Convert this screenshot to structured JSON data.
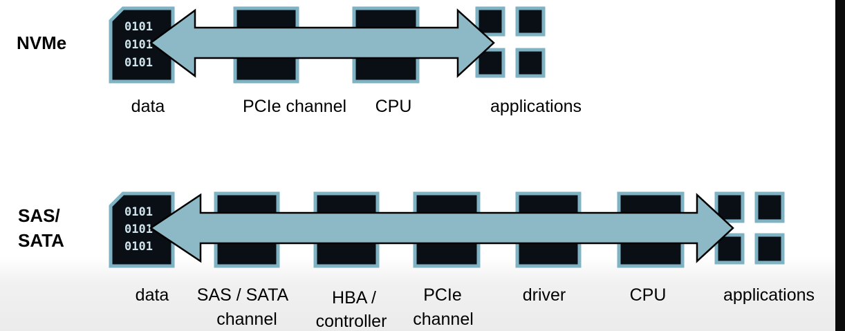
{
  "colors": {
    "block_fill": "#0a0f16",
    "block_border": "#7fb3c4",
    "arrow_fill": "#8db9c7",
    "arrow_stroke": "#000000"
  },
  "nvme": {
    "label": "NVMe",
    "binary": [
      "0101",
      "0101",
      "0101"
    ],
    "captions": [
      "data",
      "PCIe channel",
      "CPU",
      "applications"
    ]
  },
  "sas": {
    "label_line1": "SAS/",
    "label_line2": "SATA",
    "binary": [
      "0101",
      "0101",
      "0101"
    ],
    "captions": [
      {
        "l1": "data",
        "l2": ""
      },
      {
        "l1": "SAS / SATA",
        "l2": "channel"
      },
      {
        "l1": "HBA /",
        "l2": "controller"
      },
      {
        "l1": "PCIe",
        "l2": "channel"
      },
      {
        "l1": "driver",
        "l2": ""
      },
      {
        "l1": "CPU",
        "l2": ""
      },
      {
        "l1": "applications",
        "l2": ""
      }
    ]
  }
}
